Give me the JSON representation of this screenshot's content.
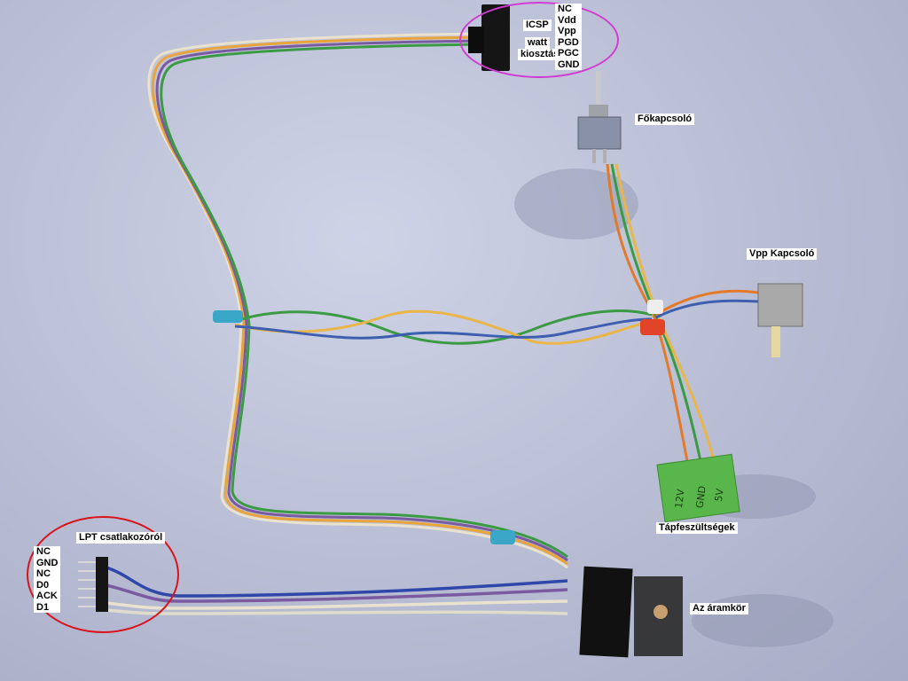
{
  "labels": {
    "icsp": "ICSP",
    "watt": "watt",
    "kiosztas": "kiosztás",
    "fokapcsolo": "Főkapcsoló",
    "vpp_kapcsolo": "Vpp Kapcsoló",
    "tapfeszultsegek": "Tápfeszültségek",
    "az_aramkor": "Az áramkör",
    "lpt": "LPT csatlakozóról"
  },
  "icsp_pins": [
    "NC",
    "Vdd",
    "Vpp",
    "PGD",
    "PGC",
    "GND"
  ],
  "lpt_pins": [
    "NC",
    "GND",
    "NC",
    "D0",
    "ACK",
    "D1"
  ],
  "terminal_block": [
    "12V",
    "GND",
    "5V"
  ],
  "colors": {
    "icsp_ring": "#d23bd2",
    "lpt_ring": "#d8141a",
    "terminal_block": "#58b64a",
    "cable_tie": "#3aa6c8",
    "cable_tie_red": "#e2442a"
  }
}
